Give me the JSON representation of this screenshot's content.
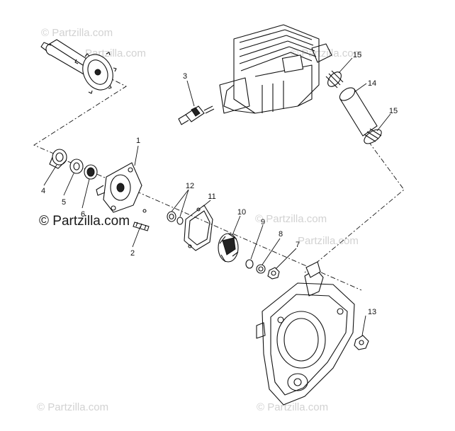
{
  "watermark": {
    "text": "Partzilla.com",
    "symbol": "©",
    "prominent_text": "© Partzilla.com"
  },
  "callouts": [
    {
      "id": "c1",
      "label": "1"
    },
    {
      "id": "c2",
      "label": "2"
    },
    {
      "id": "c3",
      "label": "3"
    },
    {
      "id": "c4",
      "label": "4"
    },
    {
      "id": "c5",
      "label": "5"
    },
    {
      "id": "c6",
      "label": "6"
    },
    {
      "id": "c7",
      "label": "7"
    },
    {
      "id": "c8",
      "label": "8"
    },
    {
      "id": "c9",
      "label": "9"
    },
    {
      "id": "c10",
      "label": "10"
    },
    {
      "id": "c11",
      "label": "11"
    },
    {
      "id": "c12",
      "label": "12"
    },
    {
      "id": "c13",
      "label": "13"
    },
    {
      "id": "c14",
      "label": "14"
    },
    {
      "id": "c15a",
      "label": "15"
    },
    {
      "id": "c15b",
      "label": "15"
    }
  ]
}
